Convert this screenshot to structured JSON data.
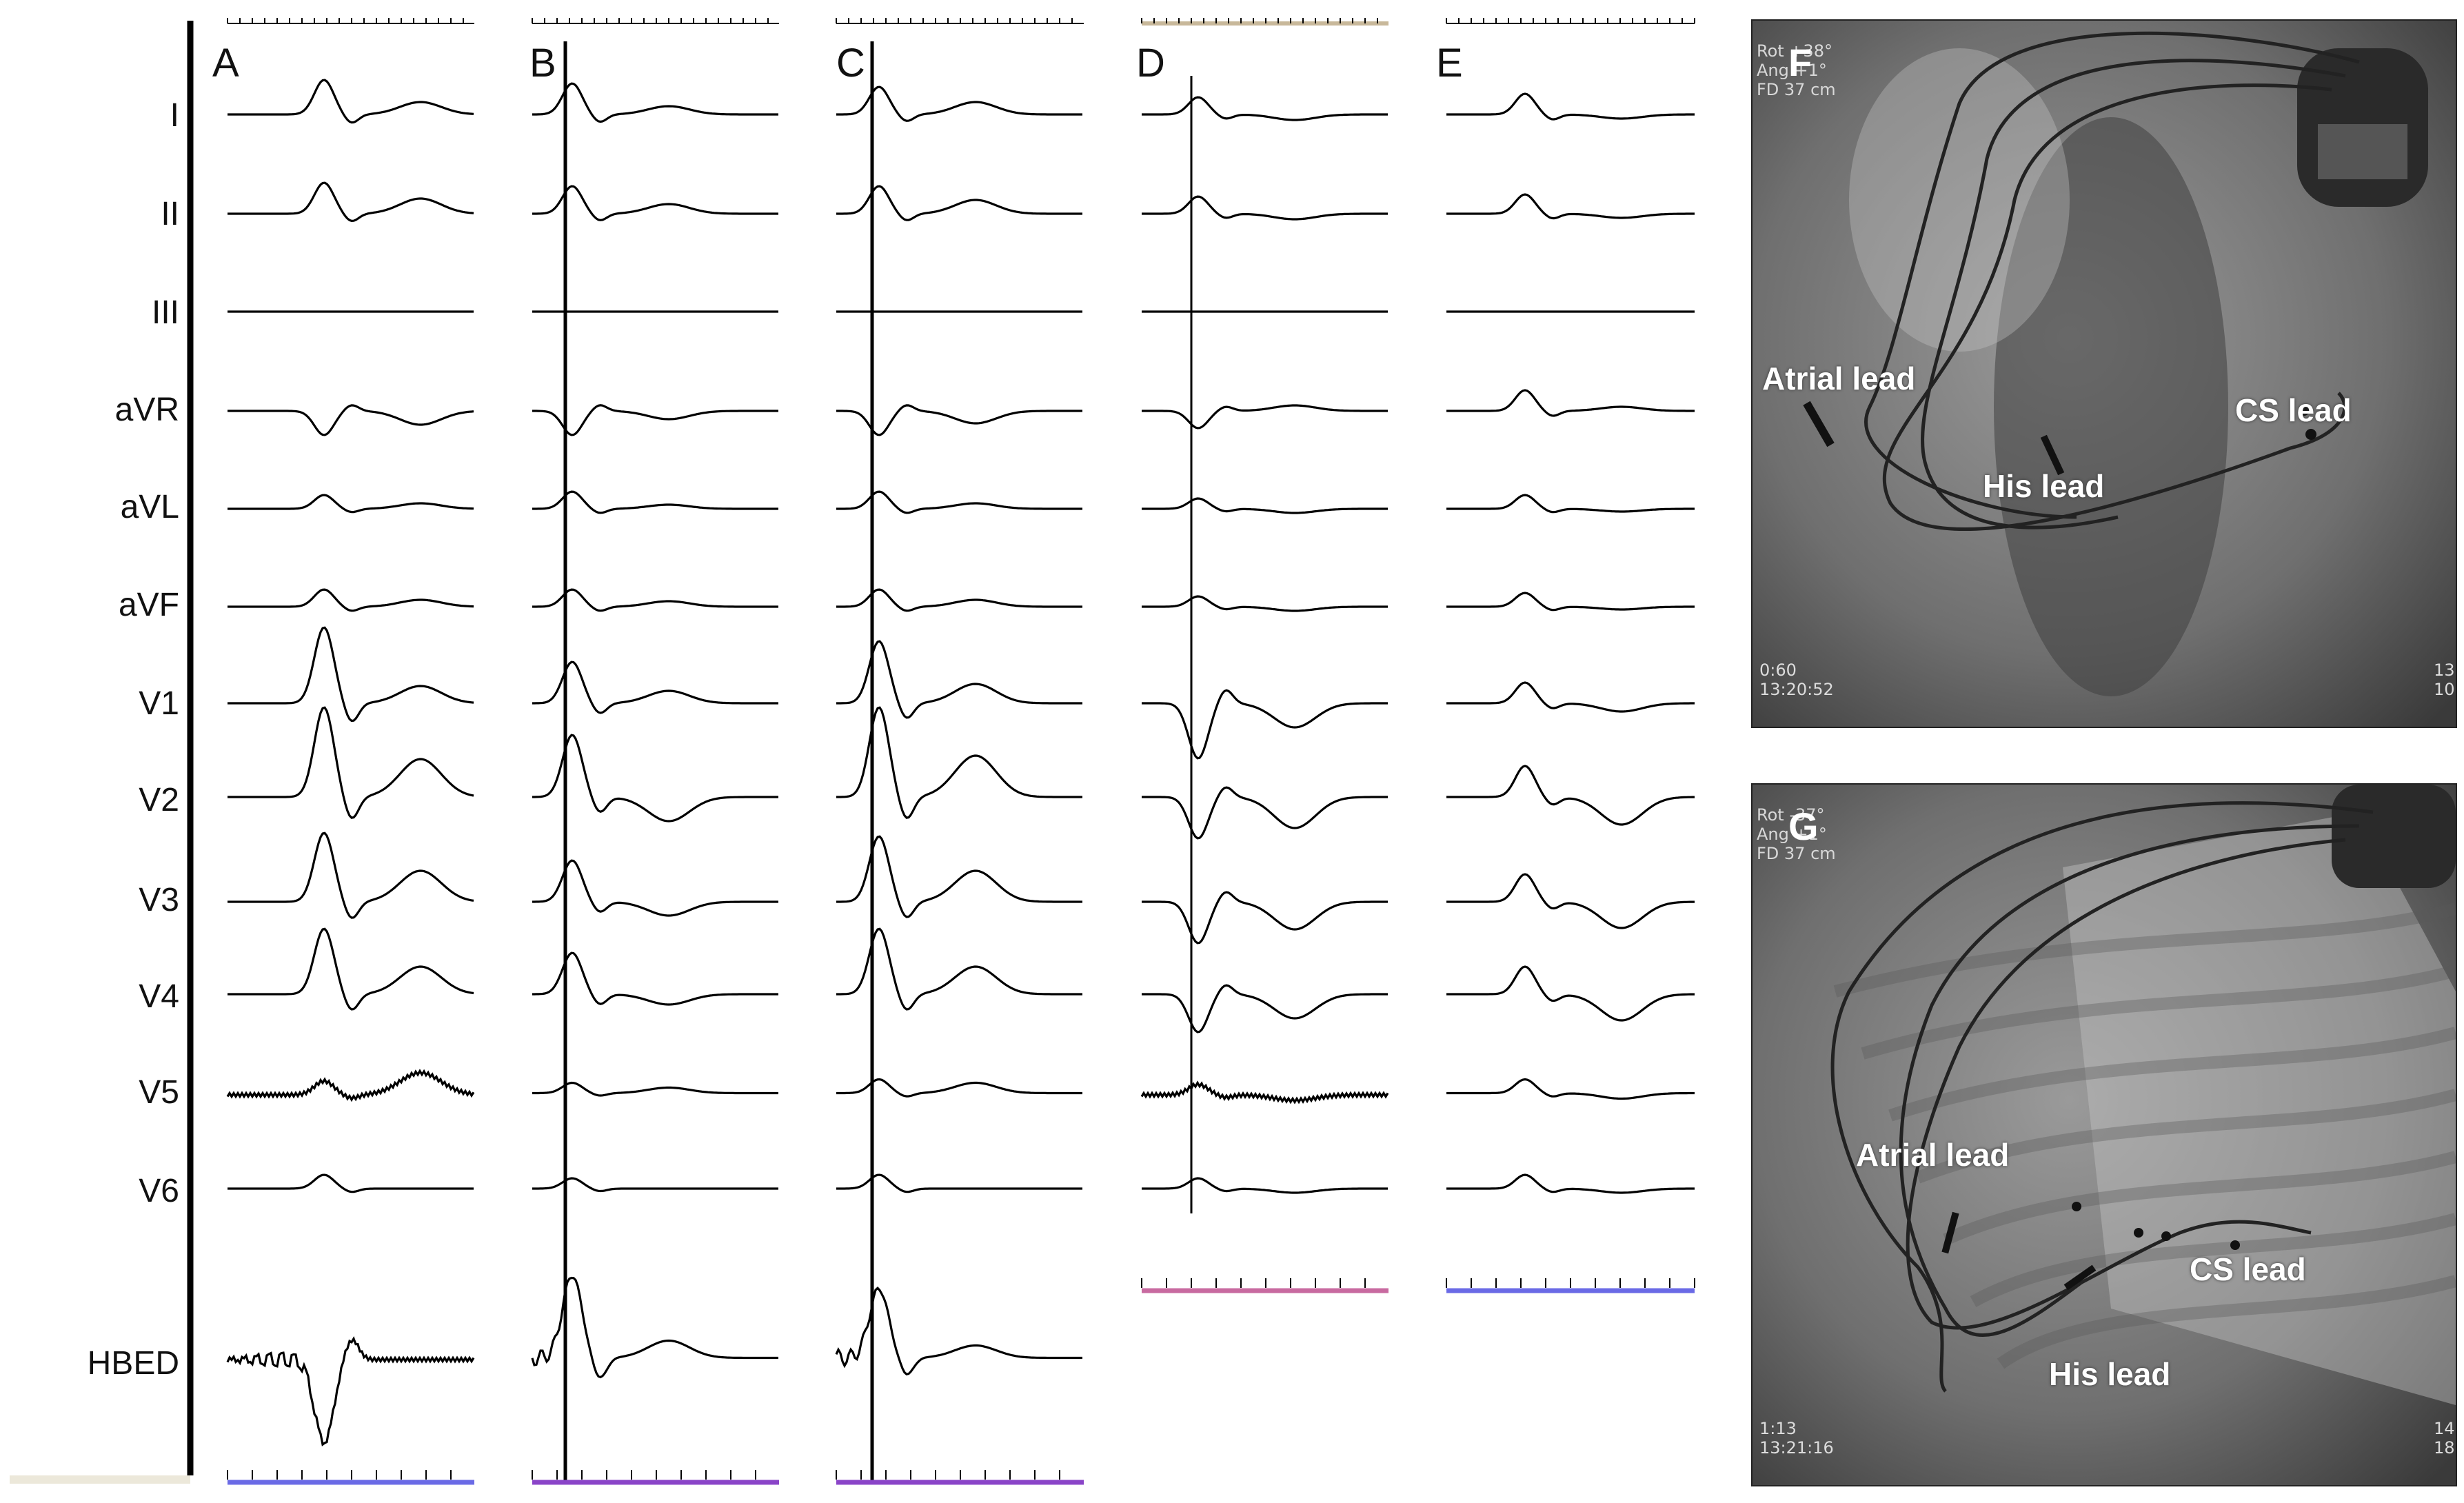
{
  "ecg": {
    "lead_labels": [
      "I",
      "II",
      "III",
      "aVR",
      "aVL",
      "aVF",
      "V1",
      "V2",
      "V3",
      "V4",
      "V5",
      "V6",
      "HBED"
    ],
    "panel_letters": [
      "A",
      "B",
      "C",
      "D",
      "E"
    ]
  },
  "fluoro_f": {
    "letter": "F",
    "overlay_lines": [
      "Rot +38°",
      "Ang +1°",
      "FD 37 cm"
    ],
    "time_lines": [
      "0:60",
      "13:20:52"
    ],
    "edge_digits": [
      "13",
      "10"
    ],
    "labels": {
      "atrial": "Atrial lead",
      "cs": "CS lead",
      "his": "His lead"
    }
  },
  "fluoro_g": {
    "letter": "G",
    "overlay_lines": [
      "Rot -37°",
      "Ang +1°",
      "FD 37 cm"
    ],
    "time_lines": [
      "1:13",
      "13:21:16"
    ],
    "edge_digits": [
      "14",
      "18"
    ],
    "labels": {
      "atrial": "Atrial lead",
      "cs": "CS lead",
      "his": "His lead"
    }
  },
  "colors": {
    "trace": "#000000",
    "marker_blue": "#6a6ae6",
    "marker_purple": "#8a44c8",
    "marker_pink": "#c86aa0",
    "ruler_tan": "#c8b89a",
    "left_axis": "#000000"
  }
}
